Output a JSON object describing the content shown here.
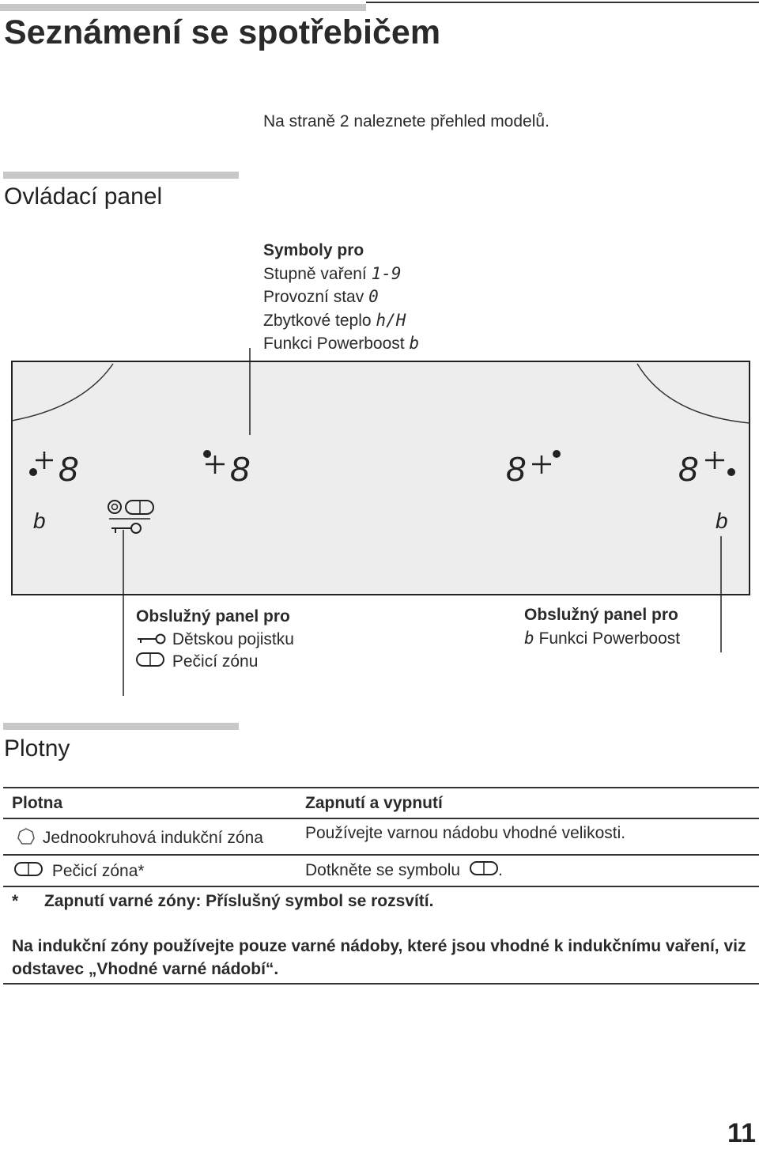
{
  "page_title": "Seznámení se spotřebičem",
  "intro_note": "Na straně 2 naleznete přehled modelů.",
  "control_panel": {
    "heading": "Ovládací panel",
    "symbols_title": "Symboly pro",
    "symbols": [
      {
        "label": "Stupně vaření",
        "glyph": "1-9"
      },
      {
        "label": "Provozní stav",
        "glyph": "0"
      },
      {
        "label": "Zbytkové teplo",
        "glyph": "h/H"
      },
      {
        "label": "Funkci Powerboost",
        "glyph": "b"
      }
    ],
    "left_callout": {
      "title": "Obslužný panel pro",
      "items": [
        "Dětskou pojistku",
        "Pečicí zónu"
      ]
    },
    "right_callout": {
      "title": "Obslužný panel pro",
      "items": [
        "Funkci Powerboost"
      ],
      "glyph": "b"
    },
    "zone_digit": "8",
    "boost_glyph": "b"
  },
  "hotplates": {
    "heading": "Plotny",
    "table_headers": [
      "Plotna",
      "Zapnutí a vypnutí"
    ],
    "rows": [
      {
        "zone": "Jednookruhová indukční zóna",
        "action": "Používejte varnou nádobu vhodné velikosti."
      },
      {
        "zone": "Pečicí zóna*",
        "action": "Dotkněte se symbolu",
        "action_suffix": "."
      }
    ],
    "footnote_mark": "*",
    "footnote": "Zapnutí varné zóny: Příslušný symbol se rozsvítí.",
    "induction_note": "Na indukční zóny používejte pouze varné nádoby, které jsou vhodné k indukčnímu vaření, viz odstavec „Vhodné varné nádobí“."
  },
  "page_number": "11"
}
